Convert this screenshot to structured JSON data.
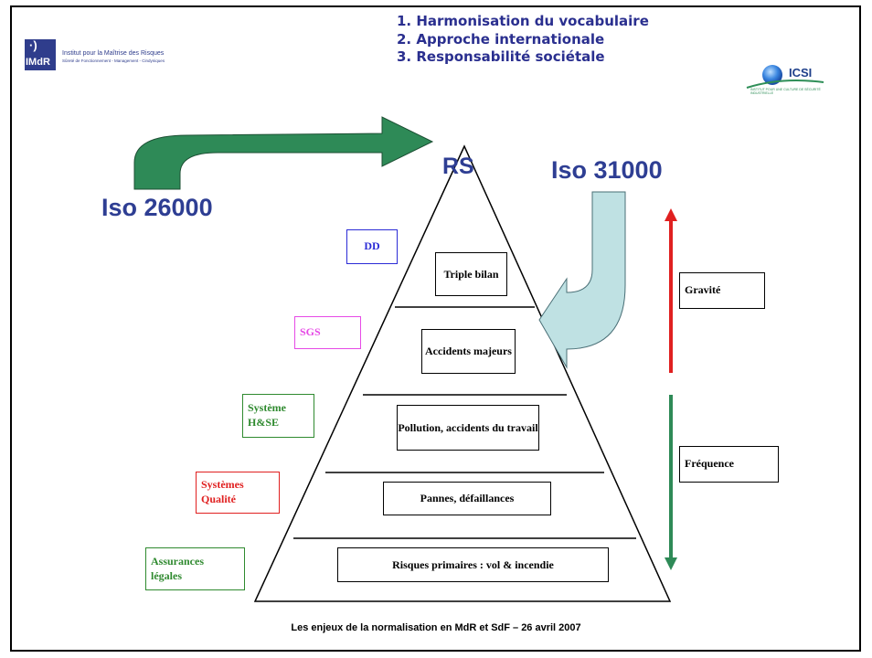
{
  "logo": {
    "abbr": "IMdR",
    "name": "Institut pour la Maîtrise des Risques",
    "subtitle": "Sûreté de Fonctionnement - Management - Cindyniques"
  },
  "agenda": [
    "1. Harmonisation du vocabulaire",
    "2. Approche internationale",
    "3. Responsabilité sociétale"
  ],
  "icsi_logo": {
    "name": "ICSI",
    "subtitle": "INSTITUT POUR UNE CULTURE DE SÉCURITÉ INDUSTRIELLE"
  },
  "diagram": {
    "top": "RS",
    "iso_left": "Iso 26000",
    "iso_right": "Iso 31000",
    "levels": [
      "Triple bilan",
      "Accidents majeurs",
      "Pollution, accidents du travail",
      "Pannes, défaillances",
      "Risques primaires : vol & incendie"
    ],
    "frameworks": [
      {
        "label": "DD",
        "color": "#2b2bd6"
      },
      {
        "label": "SGS",
        "color": "#e64ae6"
      },
      {
        "label": "Système H&SE",
        "color": "#2f8a2f"
      },
      {
        "label": "Systèmes Qualité",
        "color": "#e02020"
      },
      {
        "label": "Assurances légales",
        "color": "#2f8a2f"
      }
    ],
    "gravite": "Gravité",
    "frequence": "Fréquence",
    "colors": {
      "arrow_green": "#2e8a57",
      "arrow_light": "#bfe1e3",
      "arrow_red": "#e02020",
      "arrow_down": "#2e8a57",
      "text_blue": "#2e3e93"
    }
  },
  "footer": "Les enjeux de la normalisation en MdR et SdF – 26 avril 2007"
}
